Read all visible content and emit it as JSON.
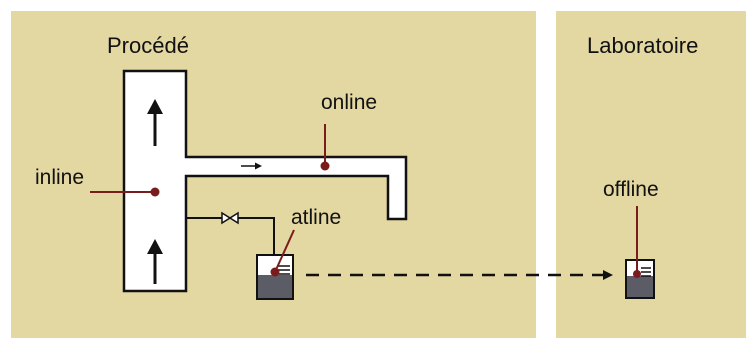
{
  "panels": {
    "process_title": "Procédé",
    "laboratory_title": "Laboratoire"
  },
  "labels": {
    "inline": "inline",
    "online": "online",
    "atline": "atline",
    "offline": "offline"
  },
  "colors": {
    "panel_background": "#e3d7a2",
    "pipe_fill": "#ffffff",
    "outline": "#111111",
    "marker": "#7a1c1c",
    "liquid": "#5c5c66"
  }
}
